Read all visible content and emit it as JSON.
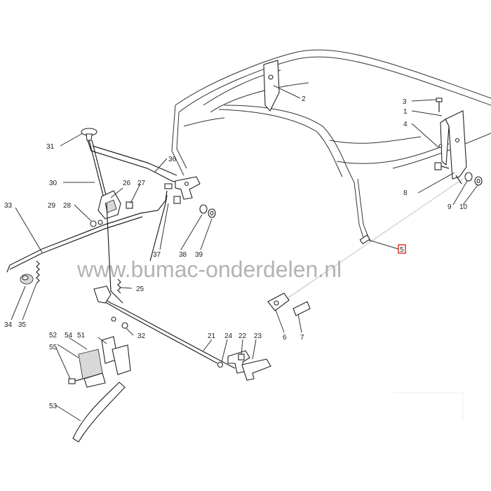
{
  "watermark": "www.bumac-onderdelen.nl",
  "labels": {
    "p1": "1",
    "p2": "2",
    "p3": "3",
    "p4": "4",
    "p5": "5",
    "p6": "6",
    "p7": "7",
    "p8": "8",
    "p9": "9",
    "p10": "10",
    "p21": "21",
    "p22": "22",
    "p23": "23",
    "p24": "24",
    "p25": "25",
    "p26": "26",
    "p27": "27",
    "p28": "28",
    "p29": "29",
    "p30": "30",
    "p31": "31",
    "p32": "32",
    "p33": "33",
    "p34": "34",
    "p35": "35",
    "p36": "36",
    "p37": "37",
    "p38": "38",
    "p39": "39",
    "p51": "51",
    "p52": "52",
    "p53": "53",
    "p54": "54",
    "p55": "55"
  },
  "colors": {
    "highlight": "#dd0000",
    "line": "#222222",
    "watermark": "#9a9a9a"
  }
}
